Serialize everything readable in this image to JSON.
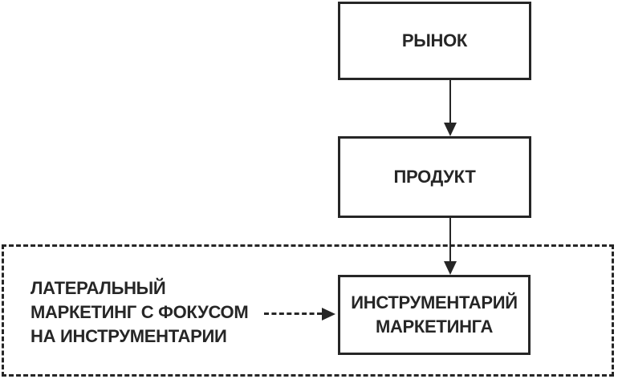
{
  "boxes": {
    "market": {
      "label": "РЫНОК"
    },
    "product": {
      "label": "ПРОДУКТ"
    },
    "marketing_tools": {
      "label": "ИНСТРУМЕНТАРИЙ МАРКЕТИНГА"
    }
  },
  "annotation": {
    "lines": [
      "ЛАТЕРАЛЬНЫЙ",
      "МАРКЕТИНГ С ФОКУСОМ",
      "НА ИНСТРУМЕНТАРИИ"
    ]
  },
  "colors": {
    "ink": "#262626",
    "background": "#ffffff"
  }
}
